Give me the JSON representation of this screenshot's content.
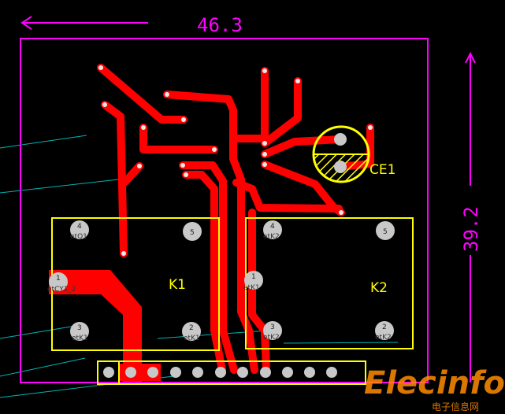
{
  "dimensions": {
    "width": "46.3",
    "height": "39.2"
  },
  "components": {
    "relay_k1": "K1",
    "relay_k2": "K2",
    "capacitor": "CE1"
  },
  "k1_pads": {
    "p1": "1",
    "p2": "2",
    "p3": "3",
    "p4": "4",
    "p5": "5"
  },
  "k1_nets": {
    "p1": "etCY1_2",
    "p2": "etK1",
    "p3": "etK1",
    "p4": "etQ1"
  },
  "k2_pads": {
    "p1": "1",
    "p2": "2",
    "p3": "3",
    "p4": "4",
    "p5": "5"
  },
  "k2_nets": {
    "p1": "etK1",
    "p2": "etK2",
    "p3": "etK2",
    "p4": "etK2"
  },
  "watermark": {
    "brand": "Elecinfo",
    "subtitle": "电子信息网"
  },
  "colors": {
    "trace": "#ff0000",
    "silkscreen": "#ffff00",
    "board_outline": "#ff00ff",
    "pad": "#c8c8c8",
    "ratsnest": "#00c8c8",
    "watermark": "#ff8c00"
  }
}
